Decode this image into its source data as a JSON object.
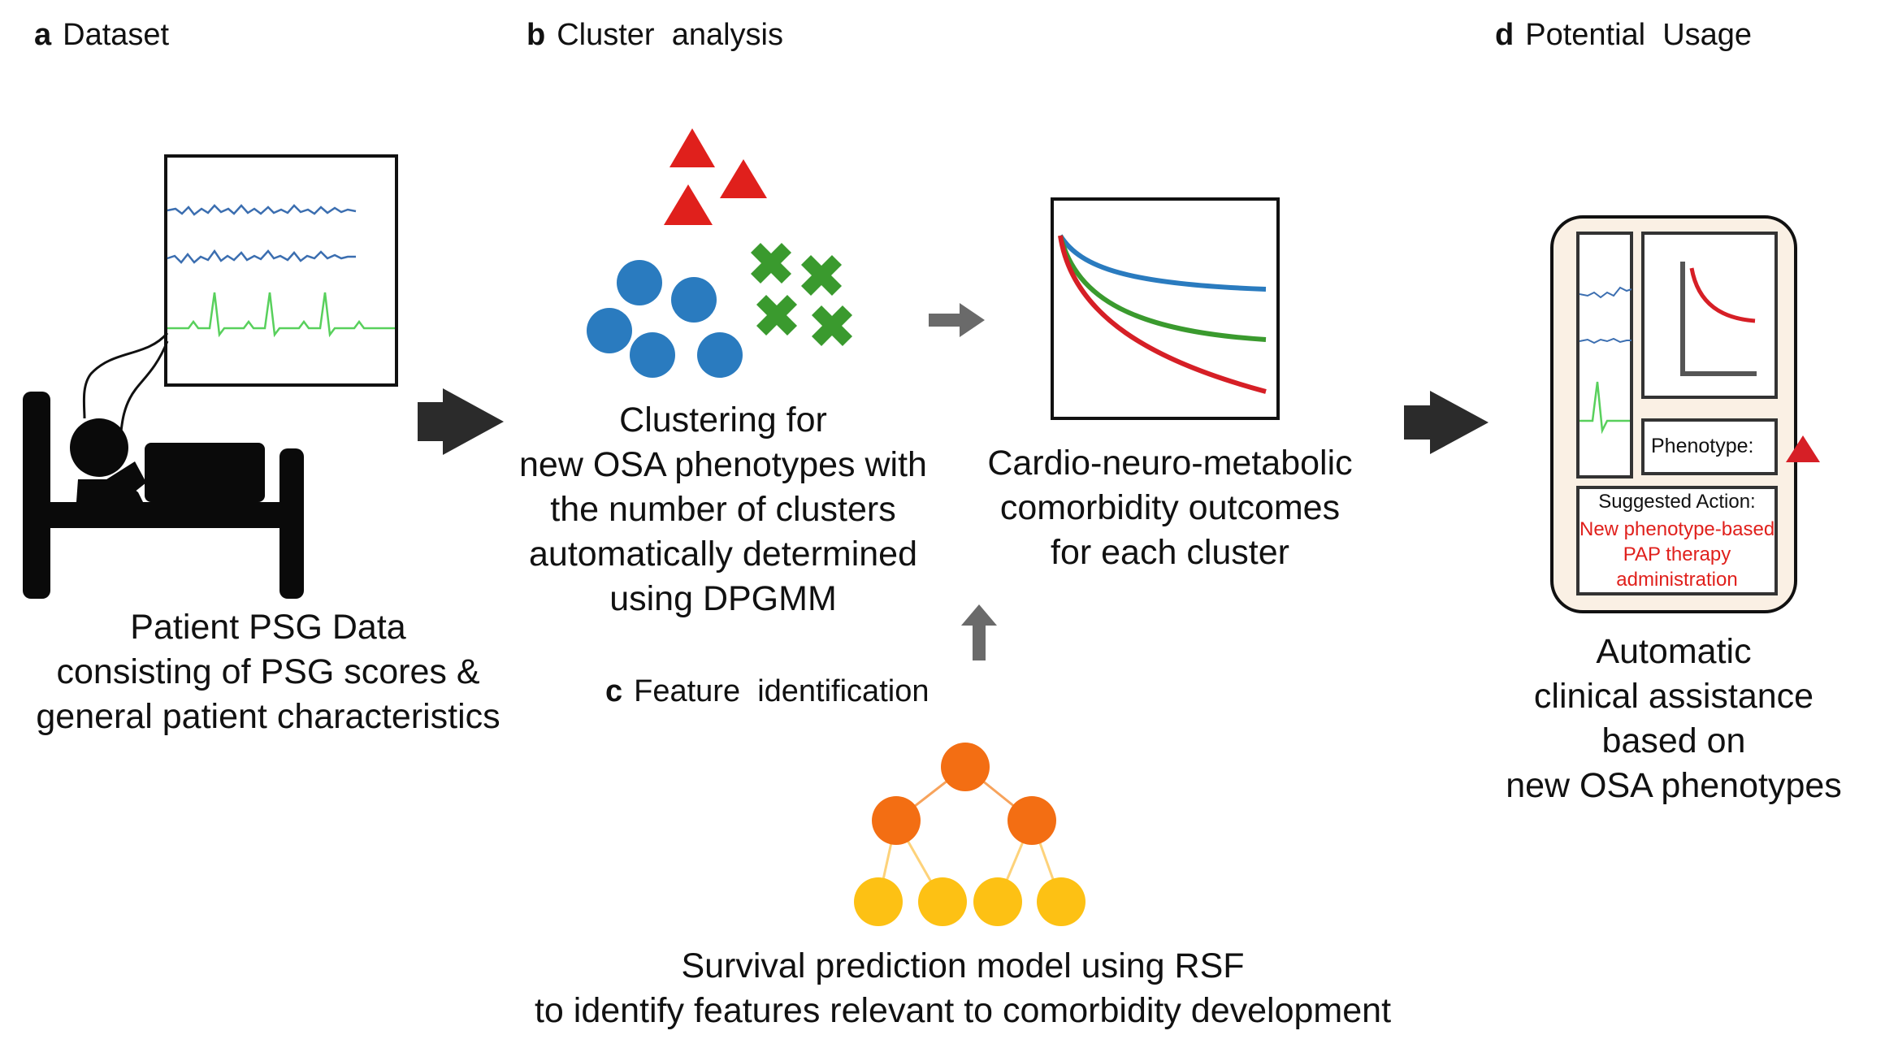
{
  "sections": {
    "a": {
      "letter": "a",
      "title": "Dataset"
    },
    "b": {
      "letter": "b",
      "title": "Cluster  analysis"
    },
    "c": {
      "letter": "c",
      "title": "Feature  identification"
    },
    "d": {
      "letter": "d",
      "title": "Potential  Usage"
    }
  },
  "captions": {
    "dataset": [
      "Patient PSG Data",
      "consisting of PSG scores &",
      "general patient characteristics"
    ],
    "clustering": [
      "Clustering for",
      "new OSA phenotypes with",
      "the number of clusters",
      "automatically determined",
      "using DPGMM"
    ],
    "outcomes": [
      "Cardio-neuro-metabolic",
      "comorbidity outcomes",
      "for each cluster"
    ],
    "survival": [
      "Survival prediction model using RSF",
      "to identify features relevant to comorbidity development"
    ],
    "usage": [
      "Automatic",
      "clinical assistance",
      "based on",
      "new OSA phenotypes"
    ]
  },
  "device": {
    "phenotype_label": "Phenotype:",
    "suggested_action_label": "Suggested Action:",
    "suggested_action_text": [
      "New phenotype-based",
      "PAP therapy",
      "administration"
    ]
  },
  "colors": {
    "triangle": "#e0201c",
    "circle": "#2a7bbf",
    "cross": "#3a9a2e",
    "curve_blue": "#2a7bbf",
    "curve_green": "#3a9a2e",
    "curve_red": "#d61f26",
    "tree_top": "#f36e13",
    "tree_leaf": "#fdc114",
    "arrow_dark": "#2b2b2b",
    "arrow_gray": "#6a6a6a",
    "device_bg": "#faf0e4",
    "action_red": "#e0201c"
  }
}
